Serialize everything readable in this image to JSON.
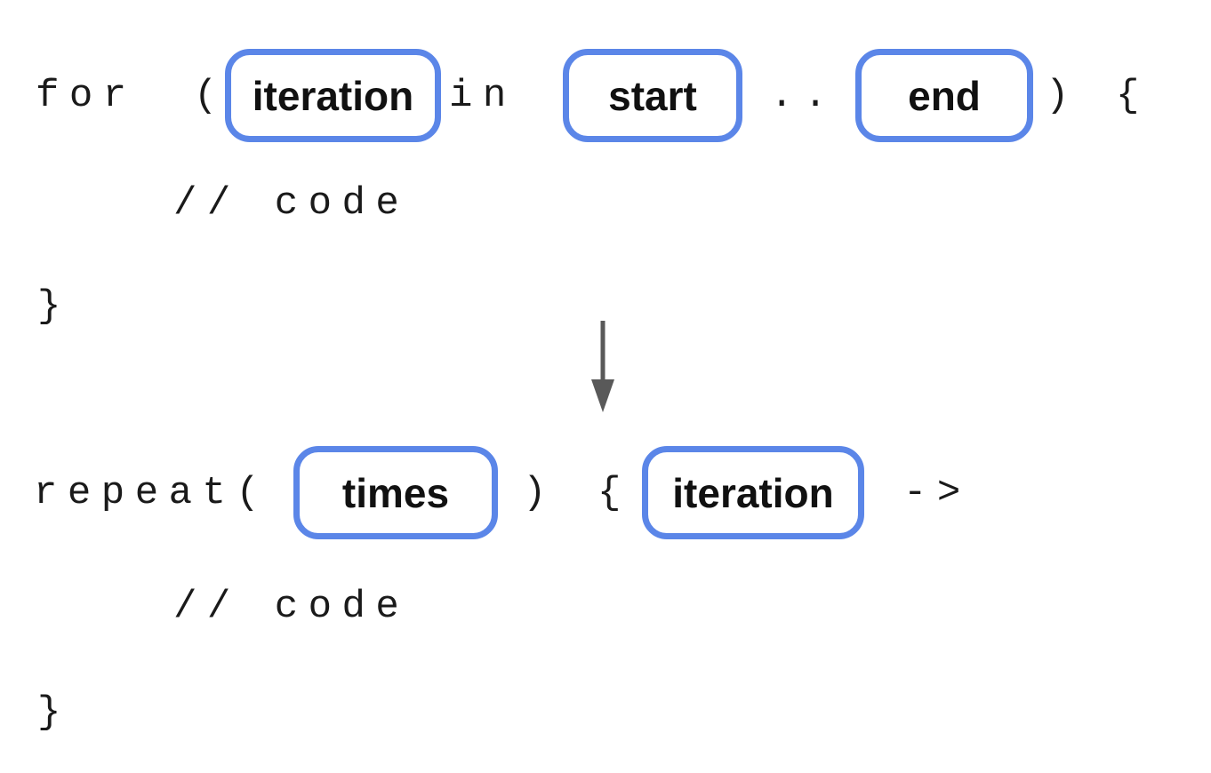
{
  "colors": {
    "slot_border": "#5b86e8",
    "code_text": "#1a1a1a",
    "label_text": "#111111",
    "arrow": "#595959",
    "background": "#ffffff"
  },
  "before": {
    "keyword": "for",
    "open_paren": "(",
    "slot_iteration": "iteration",
    "in_operator": "in",
    "slot_start": "start",
    "range_operator": "..",
    "slot_end": "end",
    "close_paren": ")",
    "open_brace": "{",
    "comment": "// code",
    "close_brace": "}"
  },
  "after": {
    "call": "repeat(",
    "slot_times": "times",
    "close_paren": ")",
    "open_brace": "{",
    "slot_iteration": "iteration",
    "lambda_arrow": "->",
    "comment": "// code",
    "close_brace": "}"
  }
}
